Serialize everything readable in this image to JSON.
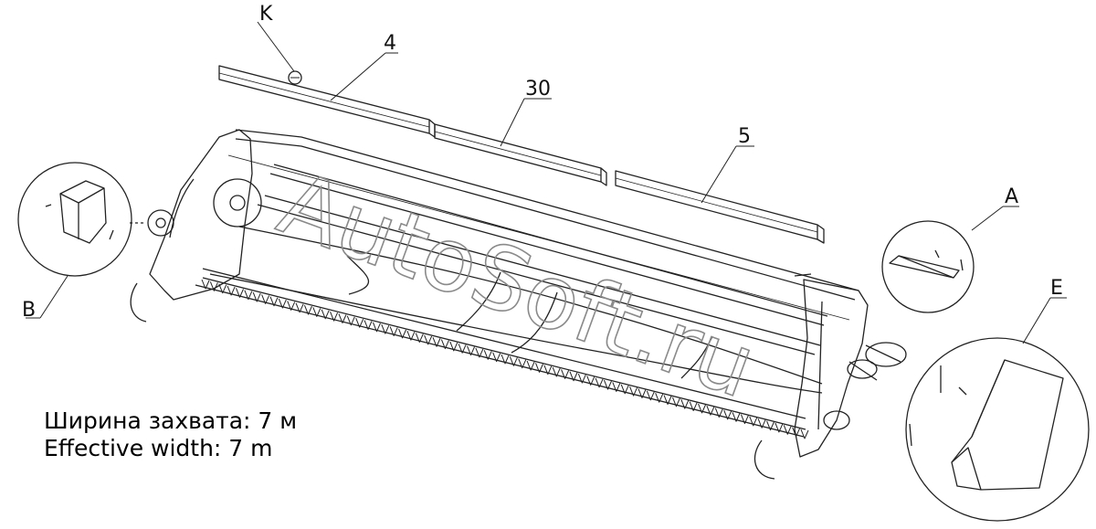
{
  "diagram": {
    "callouts": {
      "k": "K",
      "n4": "4",
      "n30": "30",
      "n5": "5",
      "a": "A",
      "b": "B",
      "e": "E"
    },
    "watermark": "AutoSoft.ru",
    "caption": {
      "ru": "Ширина захвата: 7 м",
      "en": "Effective width: 7 m"
    }
  }
}
